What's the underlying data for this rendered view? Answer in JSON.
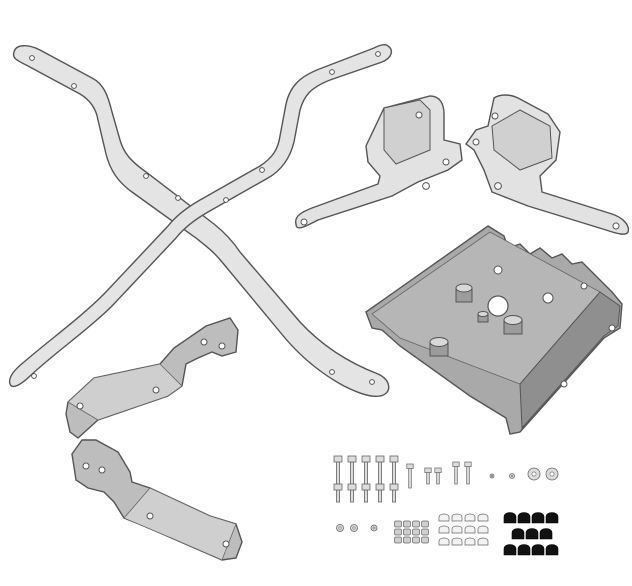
{
  "colors": {
    "background": "#ffffff",
    "outline": "#555555",
    "light_part": "#e4e4e4",
    "mid_part": "#c9c9c9",
    "dark_part": "#a9a9a9",
    "hole": "#ffffff",
    "black_cap": "#111111",
    "hardware": "#d6d6d6"
  },
  "parts": [
    {
      "name": "crossbar-left-tube"
    },
    {
      "name": "crossbar-right-tube"
    },
    {
      "name": "bracket-left-upper"
    },
    {
      "name": "bracket-right-upper"
    },
    {
      "name": "mounting-plate"
    },
    {
      "name": "side-bracket-upper"
    },
    {
      "name": "side-bracket-lower"
    },
    {
      "name": "hardware-kit"
    }
  ]
}
